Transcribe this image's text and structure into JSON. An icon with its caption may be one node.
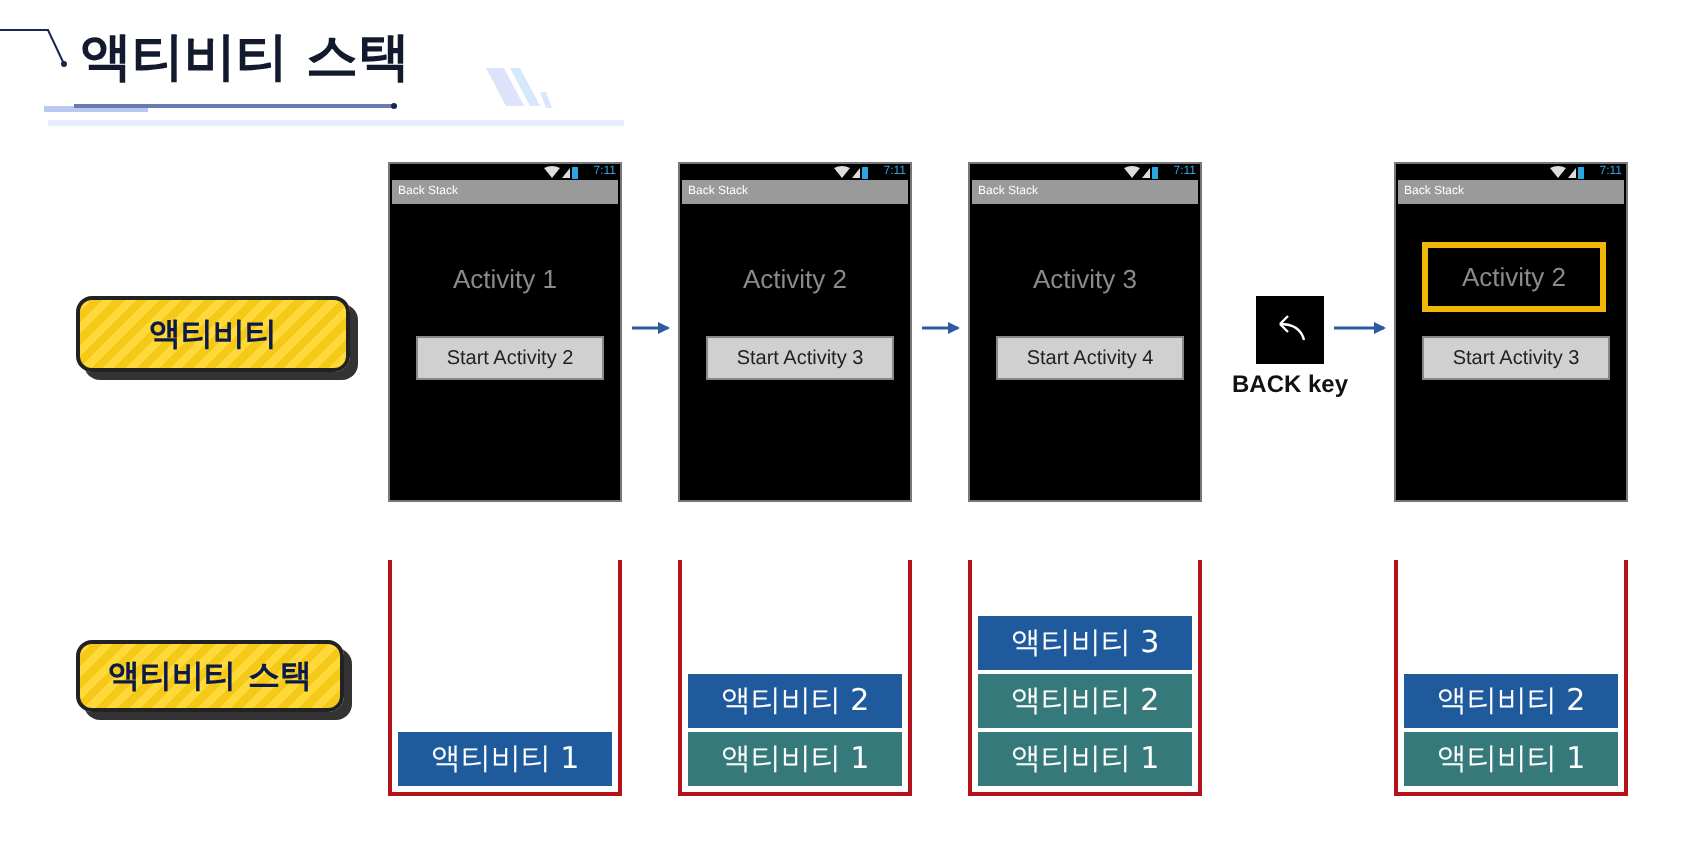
{
  "diagram": {
    "title": "액티비티 스택",
    "nodes": [
      {
        "text": [
          "액티비티"
        ]
      },
      {
        "text": [
          "7:11",
          "Back Stack",
          "Activity 1"
        ]
      },
      {
        "text": [
          "Start Activity 2"
        ],
        "in": 1
      },
      {
        "text": [
          "7:11",
          "Back Stack",
          "Activity 2"
        ]
      },
      {
        "text": [
          "Start Activity 3"
        ],
        "in": 3
      },
      {
        "text": [
          "7:11",
          "Back Stack",
          "Activity 3"
        ]
      },
      {
        "text": [
          "Start Activity 4"
        ],
        "in": 5
      },
      {
        "text": [
          "BACK key"
        ]
      },
      {
        "text": [
          "7:11",
          "Back Stack"
        ]
      },
      {
        "text": [
          "Activity 2"
        ],
        "in": 8
      },
      {
        "text": [
          "Start Activity 3"
        ],
        "in": 8
      },
      {
        "text": [
          "액티비티 스택"
        ]
      },
      {
        "text": [],
        "shape": "box"
      },
      {
        "text": [
          "액티비티 1"
        ],
        "in": 12
      },
      {
        "text": [],
        "shape": "box"
      },
      {
        "text": [
          "액티비티 2"
        ],
        "in": 14
      },
      {
        "text": [
          "액티비티 1"
        ],
        "in": 14
      },
      {
        "text": [],
        "shape": "box"
      },
      {
        "text": [
          "액티비티 3"
        ],
        "in": 17
      },
      {
        "text": [
          "액티비티 2"
        ],
        "in": 17
      },
      {
        "text": [
          "액티비티 1"
        ],
        "in": 17
      },
      {
        "text": [],
        "shape": "box"
      },
      {
        "text": [
          "액티비티 2"
        ],
        "in": 21
      },
      {
        "text": [
          "액티비티 1"
        ],
        "in": 21
      }
    ],
    "edges": [
      {
        "from": 1,
        "to": 3,
        "arrow": "to"
      },
      {
        "from": 3,
        "to": 5,
        "arrow": "to"
      },
      {
        "from": 7,
        "to": 8,
        "arrow": "to"
      }
    ]
  }
}
